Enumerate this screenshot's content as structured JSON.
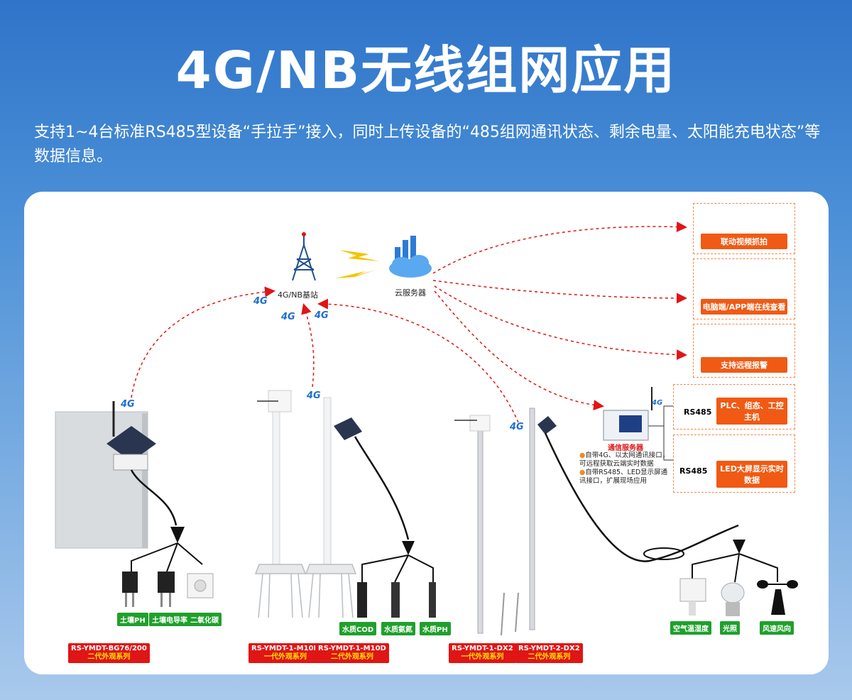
{
  "title": "4G/NB无线组网应用",
  "subtitle": "支持1~4台标准RS485型设备“手拉手”接入，同时上传设备的“485组网通讯状态、剩余电量、太阳能充电状态”等数据信息。",
  "nodes": {
    "base_station": "4G/NB基站",
    "cloud_server": "云服务器",
    "comm_server": "通信服务器",
    "signal": "4G"
  },
  "outputs": [
    {
      "label": "联动视频抓拍"
    },
    {
      "label": "电脑端/APP端在线查看"
    },
    {
      "label": "支持远程报警"
    }
  ],
  "comm_server_notes": [
    "自带4G、以太网通讯接口，可远程获取云端实时数据",
    "自带RS485、LED显示屏通讯接口，扩展现场应用"
  ],
  "rs485_boxes": [
    {
      "port": "RS485",
      "label": "PLC、组态、工控主机"
    },
    {
      "port": "RS485",
      "label": "LED大屏显示实时数据"
    }
  ],
  "sensors": {
    "soil_ph": "土壤PH",
    "soil_ec": "土壤电导率",
    "co2": "二氧化碳",
    "water_cod": "水质COD",
    "water_nh3": "水质氨氮",
    "water_ph": "水质PH",
    "air_th": "空气温湿度",
    "light": "光照",
    "wind": "风速风向"
  },
  "models": [
    {
      "l1": "RS-YMDT-BG76/200",
      "l2": "二代外观系列"
    },
    {
      "l1": "RS-YMDT-1-M10D",
      "l2": "一代外观系列"
    },
    {
      "l1": "RS-YMDT-1-M10D",
      "l2": "二代外观系列"
    },
    {
      "l1": "RS-YMDT-1-DX2",
      "l2": "一代外观系列"
    },
    {
      "l1": "RS-YMDT-2-DX2",
      "l2": "二代外观系列"
    }
  ],
  "colors": {
    "accent_red": "#e01515",
    "green_tag": "#20a02c",
    "orange": "#f05a14",
    "blue": "#1f6fd1"
  }
}
